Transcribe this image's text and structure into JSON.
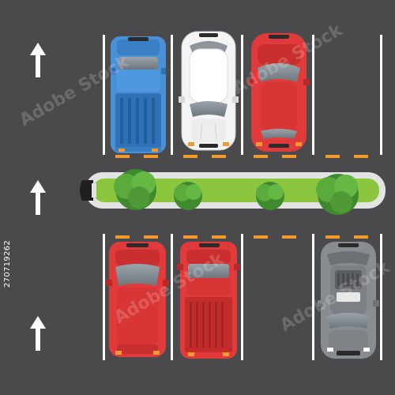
{
  "scene": {
    "background": "#4a4a4c",
    "line_color": "#ffffff",
    "stripe_color": "#f29a2e",
    "grass_color": "#8cc63f",
    "curb_color": "#e3e3e3",
    "bush_color": "#5aaa3c",
    "lamp_color": "#1f1f1f"
  },
  "arrows": [
    {
      "name": "lane-arrow-up-icon",
      "direction": "up"
    },
    {
      "name": "lane-arrow-up-icon",
      "direction": "up"
    },
    {
      "name": "lane-arrow-up-icon",
      "direction": "up"
    }
  ],
  "top_row": [
    {
      "slot": 1,
      "vehicle": "pickup-truck",
      "color": "#4a90d6",
      "facing": "up"
    },
    {
      "slot": 2,
      "vehicle": "hatchback",
      "color": "#f4f4f4",
      "facing": "up"
    },
    {
      "slot": 3,
      "vehicle": "hatchback",
      "color": "#e03a3a",
      "facing": "up"
    },
    {
      "slot": 4,
      "vehicle": "empty"
    }
  ],
  "bottom_row": [
    {
      "slot": 1,
      "vehicle": "van",
      "color": "#e03a3a",
      "facing": "up"
    },
    {
      "slot": 2,
      "vehicle": "pickup-truck",
      "color": "#e03a3a",
      "facing": "up"
    },
    {
      "slot": 3,
      "vehicle": "empty"
    },
    {
      "slot": 4,
      "vehicle": "sedan",
      "color": "#8a8d90",
      "facing": "down"
    }
  ],
  "bushes": 4,
  "stock_id": "270719262",
  "watermark": "Adobe Stock"
}
